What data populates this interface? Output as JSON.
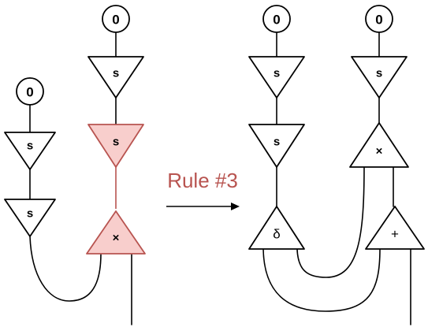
{
  "rule_label": "Rule #3",
  "left": {
    "small_column": {
      "constant": "0",
      "succ_top": "s",
      "succ_bottom": "s"
    },
    "tall_column": {
      "constant": "0",
      "succ_top": "s",
      "succ_highlighted": "s",
      "mult_highlighted": "×"
    }
  },
  "right": {
    "col1": {
      "constant": "0",
      "succ_top": "s",
      "succ_bottom": "s",
      "delta": "δ"
    },
    "col2": {
      "constant": "0",
      "succ": "s",
      "mult": "×",
      "add": "+"
    }
  },
  "colors": {
    "highlight_fill": "#f8cecc",
    "highlight_stroke": "#b85450",
    "rule_text": "#b85450"
  }
}
